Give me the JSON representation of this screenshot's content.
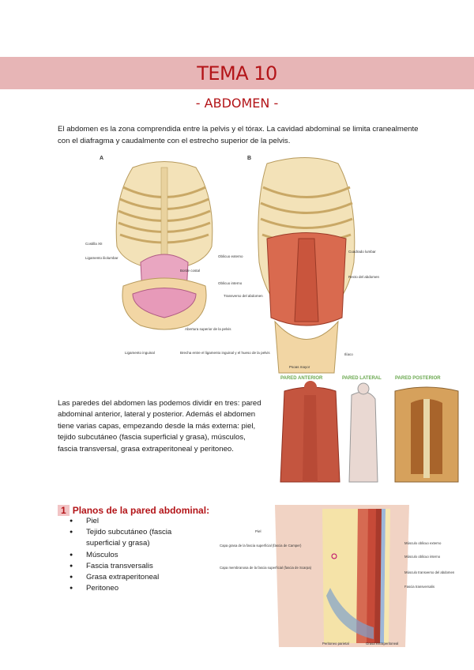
{
  "header": {
    "title": "TEMA 10",
    "subtitle": "- ABDOMEN -"
  },
  "intro": "El abdomen es la zona comprendida entre la pelvis y el tórax. La cavidad abdominal se limita cranealmente con el diafragma y caudalmente con el estrecho superior de la pelvis.",
  "figure_ab": {
    "panel_a": "A",
    "panel_b": "B",
    "labels_a": [
      "Costilla XII",
      "Ligamento iliolumbar",
      "Borde costal",
      "Abertura superior de la pelvis",
      "Ligamento inguinal"
    ],
    "labels_b": [
      "Oblicuo externo",
      "Oblicuo interno",
      "Transverso del abdomen",
      "Cuadrado lumbar",
      "Recto del abdomen",
      "Brecha entre el ligamento inguinal y el hueso de la pelvis",
      "Psoas mayor",
      "Ilíaco"
    ]
  },
  "walls_text": "Las paredes del abdomen las podemos dividir en tres: pared abdominal anterior, lateral y posterior. Además el abdomen tiene varias capas, empezando desde la más externa: piel, tejido subcutáneo (fascia superficial y grasa), músculos, fascia transversal, grasa extraperitoneal y peritoneo.",
  "walls_figure": {
    "labels": [
      "PARED ANTERIOR",
      "PARED LATERAL",
      "PARED POSTERIOR"
    ],
    "label_color": "#6aa84f"
  },
  "section": {
    "number": "1",
    "title": "Planos de la pared abdominal:",
    "items": [
      "Piel",
      "Tejido subcutáneo (fascia superficial y grasa)",
      "Músculos",
      "Fascia transversalis",
      "Grasa extraperitoneal",
      "Peritoneo"
    ]
  },
  "layers_figure": {
    "labels": [
      "Piel",
      "Capa grasa de la fascia superficial (fascia de Camper)",
      "Capa membranosa de la fascia superficial (fascia de Scarpa)",
      "Músculo oblicuo externo",
      "Músculo oblicuo interno",
      "Músculo transverso del abdomen",
      "Fascia transversalis",
      "Peritoneo parietal",
      "Grasa extraperitoneal"
    ]
  },
  "colors": {
    "accent": "#b31418",
    "banner": "#e7b5b6"
  }
}
